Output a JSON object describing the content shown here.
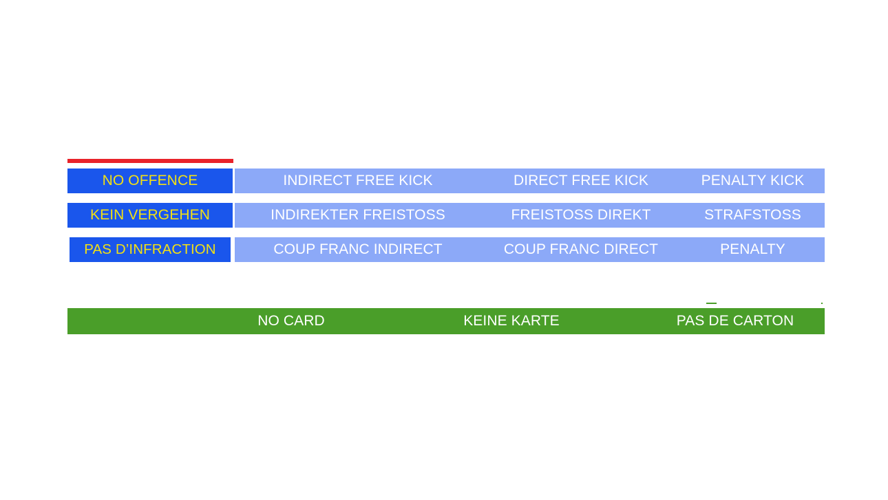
{
  "slide": {
    "accent_rule_color": "#E8222A",
    "label_cell_color": "#1A56EC",
    "label_text_color": "#F2E014",
    "option_cell_color": "#8CA9F8",
    "option_text_color": "#FFFFFF",
    "card_strip_color": "#4A9E29",
    "card_text_color": "#FFFFFF",
    "background_color": "#FFFFFF"
  },
  "offence_table": {
    "rows": [
      {
        "language": "english",
        "label": "NO OFFENCE",
        "options": [
          "INDIRECT FREE KICK",
          "DIRECT FREE KICK",
          "PENALTY KICK"
        ]
      },
      {
        "language": "german",
        "label": "KEIN VERGEHEN",
        "options": [
          "INDIREKTER FREISTOSS",
          "FREISTOSS DIREKT",
          "STRAFSTOSS"
        ]
      },
      {
        "language": "french",
        "label": "PAS D’INFRACTION",
        "options": [
          "COUP FRANC INDIRECT",
          "COUP FRANC DIRECT",
          "PENALTY"
        ]
      }
    ]
  },
  "card_strip": {
    "cells": [
      "NO CARD",
      "KEINE KARTE",
      "PAS DE CARTON"
    ]
  }
}
